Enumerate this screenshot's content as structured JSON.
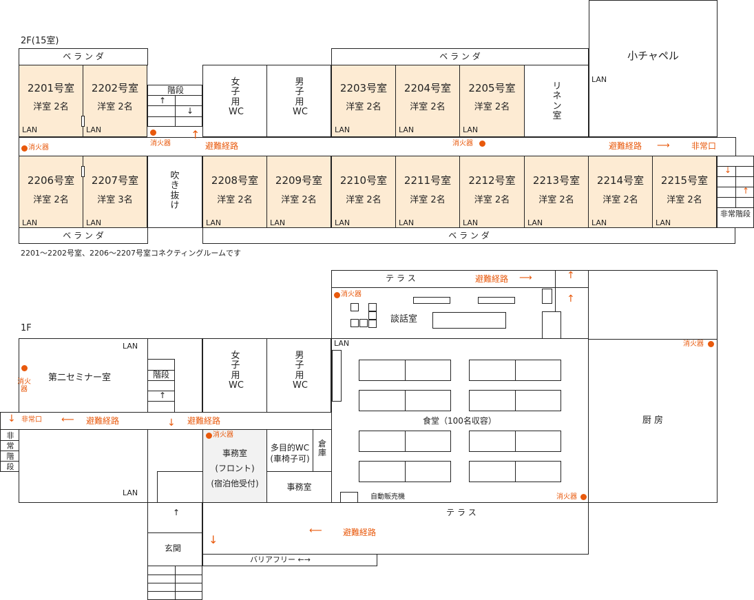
{
  "floor2": {
    "label": "2F(15室)",
    "veranda": "ベ ラ ン ダ",
    "stairs": "階段",
    "womens_wc": "女子用WC",
    "mens_wc": "男子用WC",
    "linen": "リネン室",
    "chapel": "小チャペル",
    "atrium": "吹き抜け",
    "emergency_stairs": "非常階段",
    "emergency_exit": "非常口",
    "evac_route": "避難経路",
    "extinguisher": "消火器",
    "lan": "LAN",
    "note": "2201～2202号室、2206～2207号室コネクティングルームです",
    "rooms_top": [
      {
        "no": "2201号室",
        "type": "洋室 2名"
      },
      {
        "no": "2202号室",
        "type": "洋室 2名"
      },
      {
        "no": "2203号室",
        "type": "洋室 2名"
      },
      {
        "no": "2204号室",
        "type": "洋室 2名"
      },
      {
        "no": "2205号室",
        "type": "洋室 2名"
      }
    ],
    "rooms_bottom": [
      {
        "no": "2206号室",
        "type": "洋室 2名"
      },
      {
        "no": "2207号室",
        "type": "洋室 3名"
      },
      {
        "no": "2208号室",
        "type": "洋室 2名"
      },
      {
        "no": "2209号室",
        "type": "洋室 2名"
      },
      {
        "no": "2210号室",
        "type": "洋室 2名"
      },
      {
        "no": "2211号室",
        "type": "洋室 2名"
      },
      {
        "no": "2212号室",
        "type": "洋室 2名"
      },
      {
        "no": "2213号室",
        "type": "洋室 2名"
      },
      {
        "no": "2214号室",
        "type": "洋室 2名"
      },
      {
        "no": "2215号室",
        "type": "洋室 2名"
      }
    ]
  },
  "floor1": {
    "label": "1F",
    "seminar": "第二セミナー室",
    "stairs": "階段",
    "womens_wc": "女子用WC",
    "mens_wc": "男子用WC",
    "office_front_1": "事務室",
    "office_front_2": "(フロント)",
    "office_front_3": "(宿泊他受付)",
    "multi_wc_1": "多目的WC",
    "multi_wc_2": "(車椅子可)",
    "storage": "倉庫",
    "office": "事務室",
    "terrace": "テ ラ ス",
    "lounge": "談話室",
    "dining": "食堂（100名収容）",
    "kitchen": "厨 房",
    "vending": "自動販売機",
    "entrance": "玄関",
    "barrier_free": "バリアフリー ←→",
    "emergency_exit": "非常口",
    "emergency_stairs": "非常階段",
    "evac_route": "避難経路",
    "extinguisher": "消火器",
    "lan": "LAN"
  },
  "colors": {
    "room": "#fdebd3",
    "accent": "#e8590c",
    "front": "#f2f2f2"
  }
}
